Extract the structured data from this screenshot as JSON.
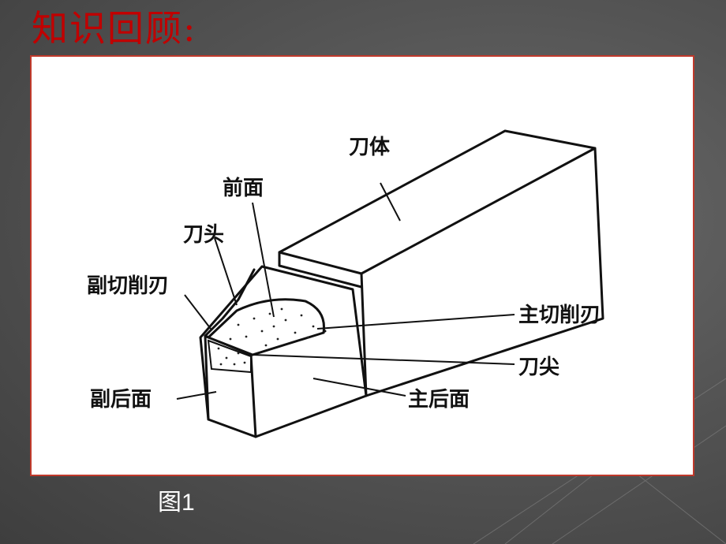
{
  "slide": {
    "title": "知识回顾:",
    "caption": "图1"
  },
  "diagram": {
    "labels": {
      "body": "刀体",
      "rake_face": "前面",
      "tool_head": "刀头",
      "minor_cutting_edge": "副切削刃",
      "major_cutting_edge": "主切削刃",
      "tool_tip": "刀尖",
      "minor_flank": "副后面",
      "major_flank": "主后面"
    }
  },
  "colors": {
    "title": "#c00000",
    "frame": "#c0392b",
    "line": "#111111"
  }
}
